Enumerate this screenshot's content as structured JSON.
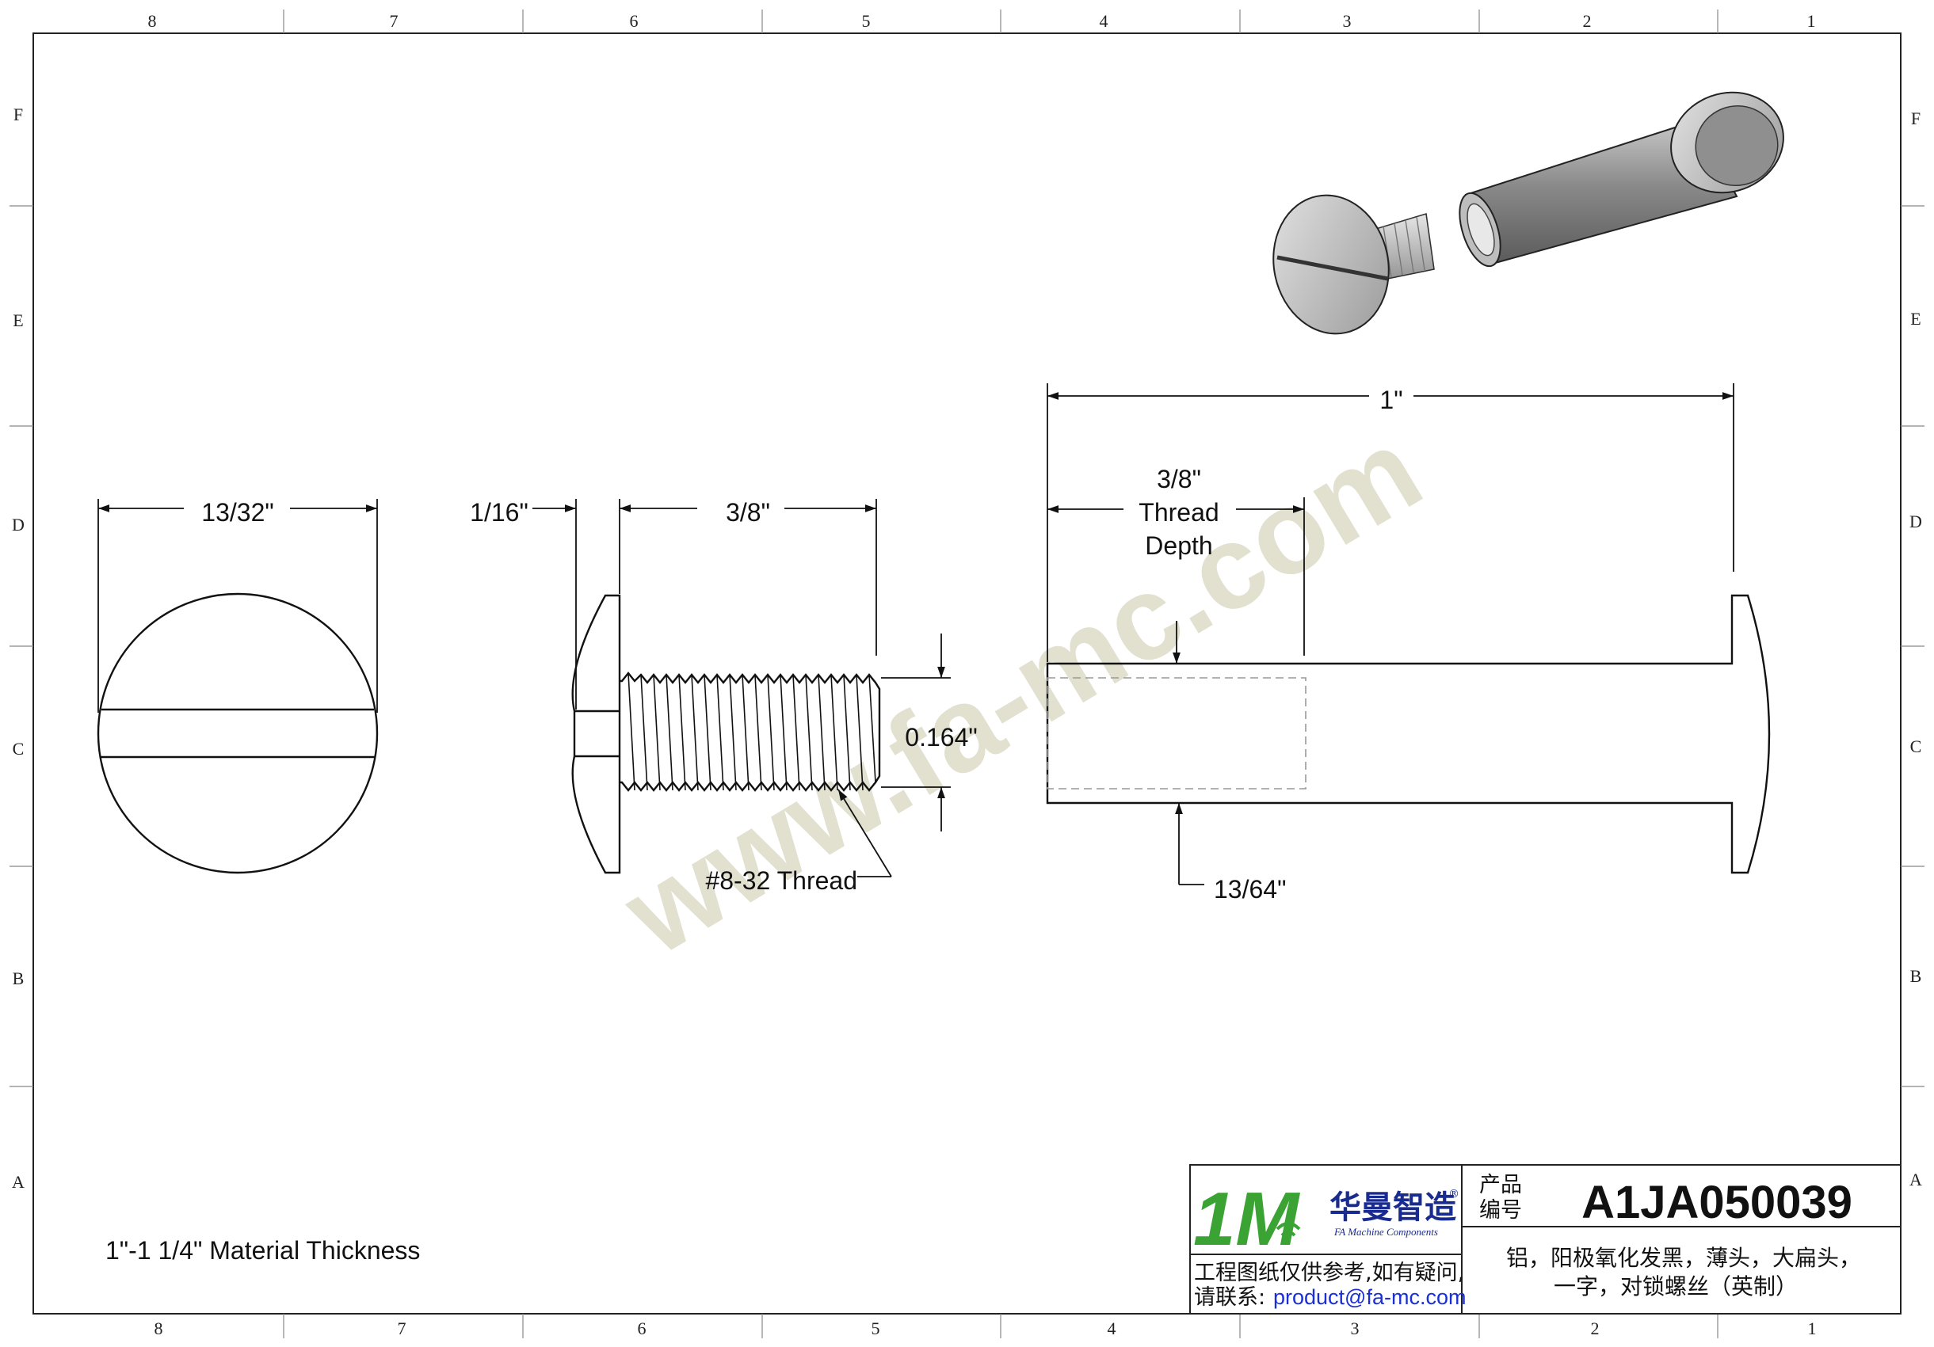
{
  "zones": {
    "columns_top": [
      "8",
      "7",
      "6",
      "5",
      "4",
      "3",
      "2",
      "1"
    ],
    "columns_bottom": [
      "8",
      "7",
      "6",
      "5",
      "4",
      "3",
      "2",
      "1"
    ],
    "rows_left": [
      "F",
      "E",
      "D",
      "C",
      "B",
      "A"
    ],
    "rows_right": [
      "F",
      "E",
      "D",
      "C",
      "B",
      "A"
    ]
  },
  "dimensions": {
    "head_diameter": "13/32\"",
    "head_thickness": "1/16\"",
    "screw_length": "3/8\"",
    "minor_diameter": "0.164\"",
    "thread_callout": "#8-32 Thread",
    "overall_length": "1\"",
    "thread_depth_value": "3/8\"",
    "thread_depth_line1": "Thread",
    "thread_depth_line2": "Depth",
    "barrel_diameter": "13/64\""
  },
  "notes": {
    "material_thickness": "1\"-1 1/4\" Material Thickness"
  },
  "watermark": "www.fa-mc.com",
  "title_block": {
    "brand_cn": "华曼智造",
    "brand_en": "FA Machine Components",
    "registered": "®",
    "disclaimer_line1": "工程图纸仅供参考,如有疑问,",
    "contact_label": "请联系:",
    "contact_email": "product@fa-mc.com",
    "product_label_line1": "产品",
    "product_label_line2": "编号",
    "product_code": "A1JA050039",
    "description_line1": "铝，阳极氧化发黑，薄头，大扁头，",
    "description_line2": "一字，对锁螺丝（英制）",
    "logo_mark": "1M"
  },
  "colors": {
    "logo_green": "#3aa334",
    "logo_navy": "#1a2b8f",
    "watermark": "#d9d6c0",
    "email_blue": "#1a2fd6"
  }
}
